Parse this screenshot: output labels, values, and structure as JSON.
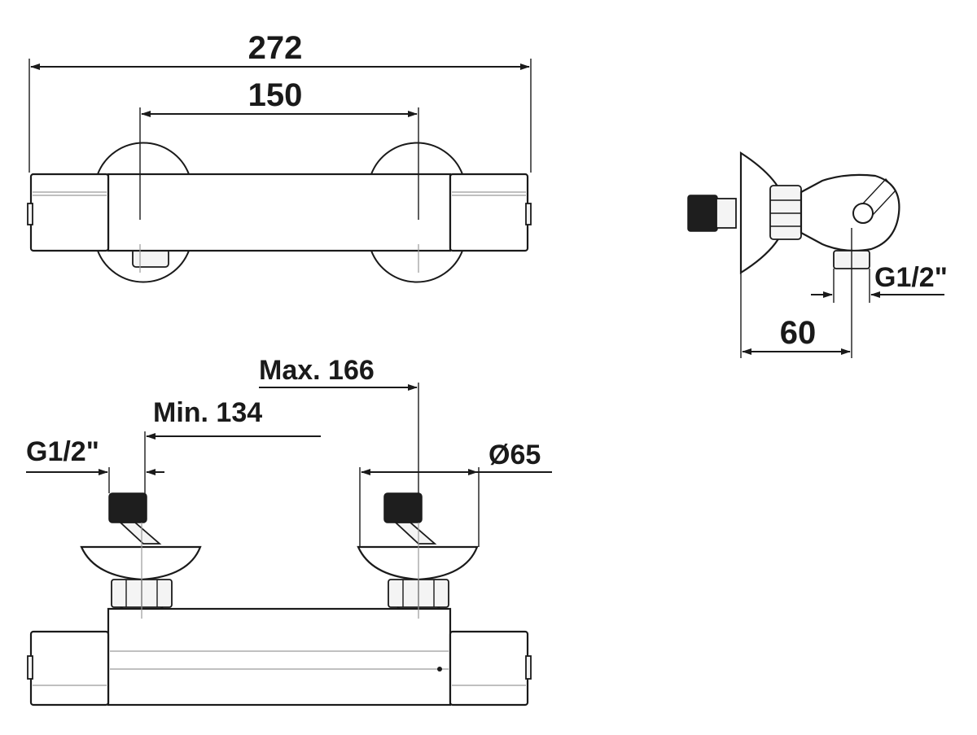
{
  "dimensions": {
    "overall_width": "272",
    "center_distance": "150",
    "max_center": "Max. 166",
    "min_center": "Min. 134",
    "thread_front": "G1/2\"",
    "flange_diameter": "Ø65",
    "thread_side": "G1/2\"",
    "depth": "60"
  }
}
